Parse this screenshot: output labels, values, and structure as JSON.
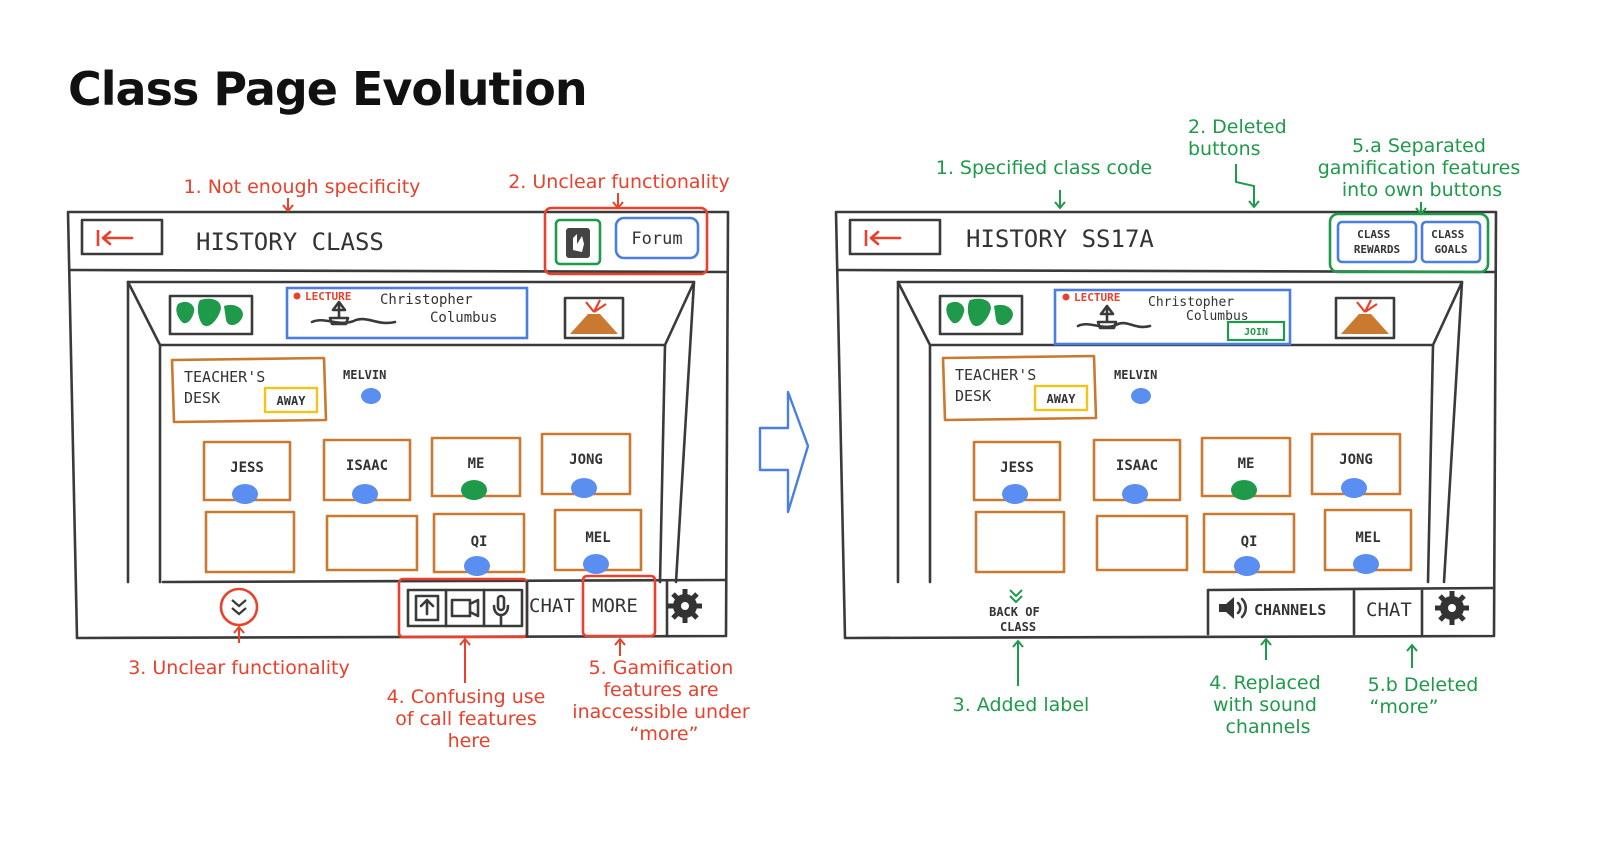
{
  "title": "Class Page Evolution",
  "colors": {
    "red": "#e8412c",
    "green": "#1e9a4a",
    "orange": "#c97a30",
    "blue": "#4a7fe0",
    "away": "#f0c419"
  },
  "before": {
    "window_title": "HISTORY CLASS",
    "header_buttons": {
      "forum": "Forum"
    },
    "banner": {
      "tag": "LECTURE",
      "line1": "Christopher",
      "line2": "Columbus"
    },
    "teacher_desk": {
      "line1": "TEACHER'S",
      "line2": "DESK",
      "status": "AWAY"
    },
    "melvin": "MELVIN",
    "seats": [
      "JESS",
      "ISAAC",
      "ME",
      "JONG",
      "",
      "",
      "QI",
      "MEL"
    ],
    "toolbar": {
      "chat": "CHAT",
      "more": "MORE"
    },
    "annotations": {
      "a1": "1. Not enough specificity",
      "a2": "2. Unclear functionality",
      "a3": "3. Unclear functionality",
      "a4": [
        "4. Confusing use",
        "of call features",
        "here"
      ],
      "a5": [
        "5. Gamification",
        "features are",
        "inaccessible under",
        "“more”"
      ]
    }
  },
  "after": {
    "window_title": "HISTORY SS17A",
    "header_buttons": {
      "rewards": [
        "CLASS",
        "REWARDS"
      ],
      "goals": [
        "CLASS",
        "GOALS"
      ]
    },
    "banner": {
      "tag": "LECTURE",
      "line1": "Christopher",
      "line2": "Columbus",
      "join": "JOIN"
    },
    "teacher_desk": {
      "line1": "TEACHER'S",
      "line2": "DESK",
      "status": "AWAY"
    },
    "melvin": "MELVIN",
    "seats": [
      "JESS",
      "ISAAC",
      "ME",
      "JONG",
      "",
      "",
      "QI",
      "MEL"
    ],
    "back_label": [
      "BACK OF",
      "CLASS"
    ],
    "toolbar": {
      "channels": "CHANNELS",
      "chat": "CHAT"
    },
    "annotations": {
      "a1": "1. Specified class code",
      "a2": [
        "2. Deleted",
        "buttons"
      ],
      "a5a": [
        "5.a Separated",
        "gamification features",
        "into own buttons"
      ],
      "a3": "3. Added label",
      "a4": [
        "4. Replaced",
        "with sound",
        "channels"
      ],
      "a5b": [
        "5.b Deleted",
        "“more”"
      ]
    }
  }
}
